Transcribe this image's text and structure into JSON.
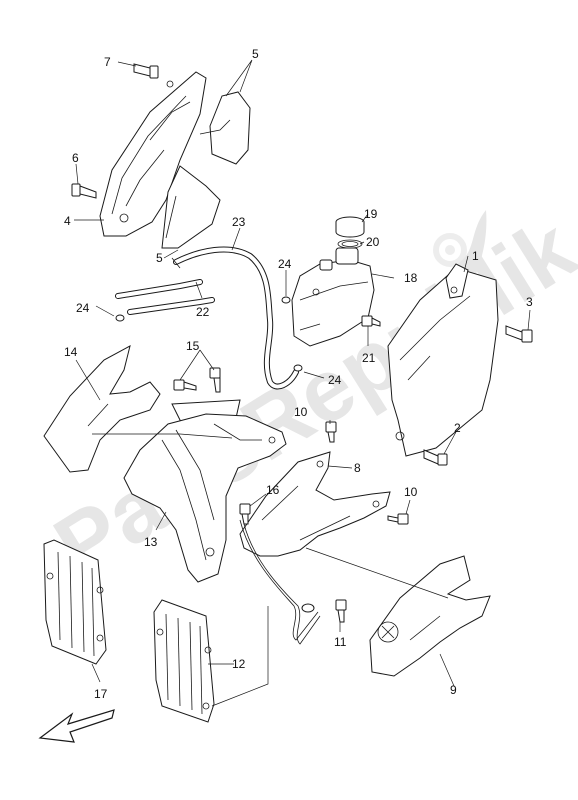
{
  "watermark": {
    "text": "PartsRepublik",
    "color": "#e6e6e6"
  },
  "callouts": {
    "p1": "1",
    "p2": "2",
    "p3": "3",
    "p4": "4",
    "p5a": "5",
    "p5b": "5",
    "p6": "6",
    "p7": "7",
    "p8": "8",
    "p9": "9",
    "p10a": "10",
    "p10b": "10",
    "p11": "11",
    "p12": "12",
    "p13": "13",
    "p14": "14",
    "p15": "15",
    "p16": "16",
    "p17": "17",
    "p18": "18",
    "p19": "19",
    "p20": "20",
    "p21": "21",
    "p22": "22",
    "p23": "23",
    "p24a": "24",
    "p24b": "24",
    "p24c": "24"
  },
  "icons": {
    "front_arrow": "arrow-left-down-icon",
    "watermark_gear": "gear-icon"
  }
}
